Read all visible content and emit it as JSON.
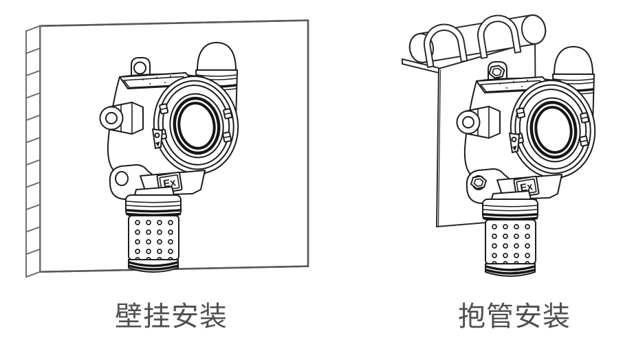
{
  "figures": [
    {
      "id": "wall-mount",
      "caption": "壁挂安装"
    },
    {
      "id": "pipe-mount",
      "caption": "抱管安装"
    }
  ],
  "device": {
    "ex_label": "Ex"
  },
  "colors": {
    "background": "#ffffff",
    "device_line": "#1c1c1c",
    "wall_line": "#6e6e6e",
    "plate_line": "#2a2a2a",
    "caption_text": "#4f4f4f",
    "dome_fill": "#f5f5f3"
  }
}
